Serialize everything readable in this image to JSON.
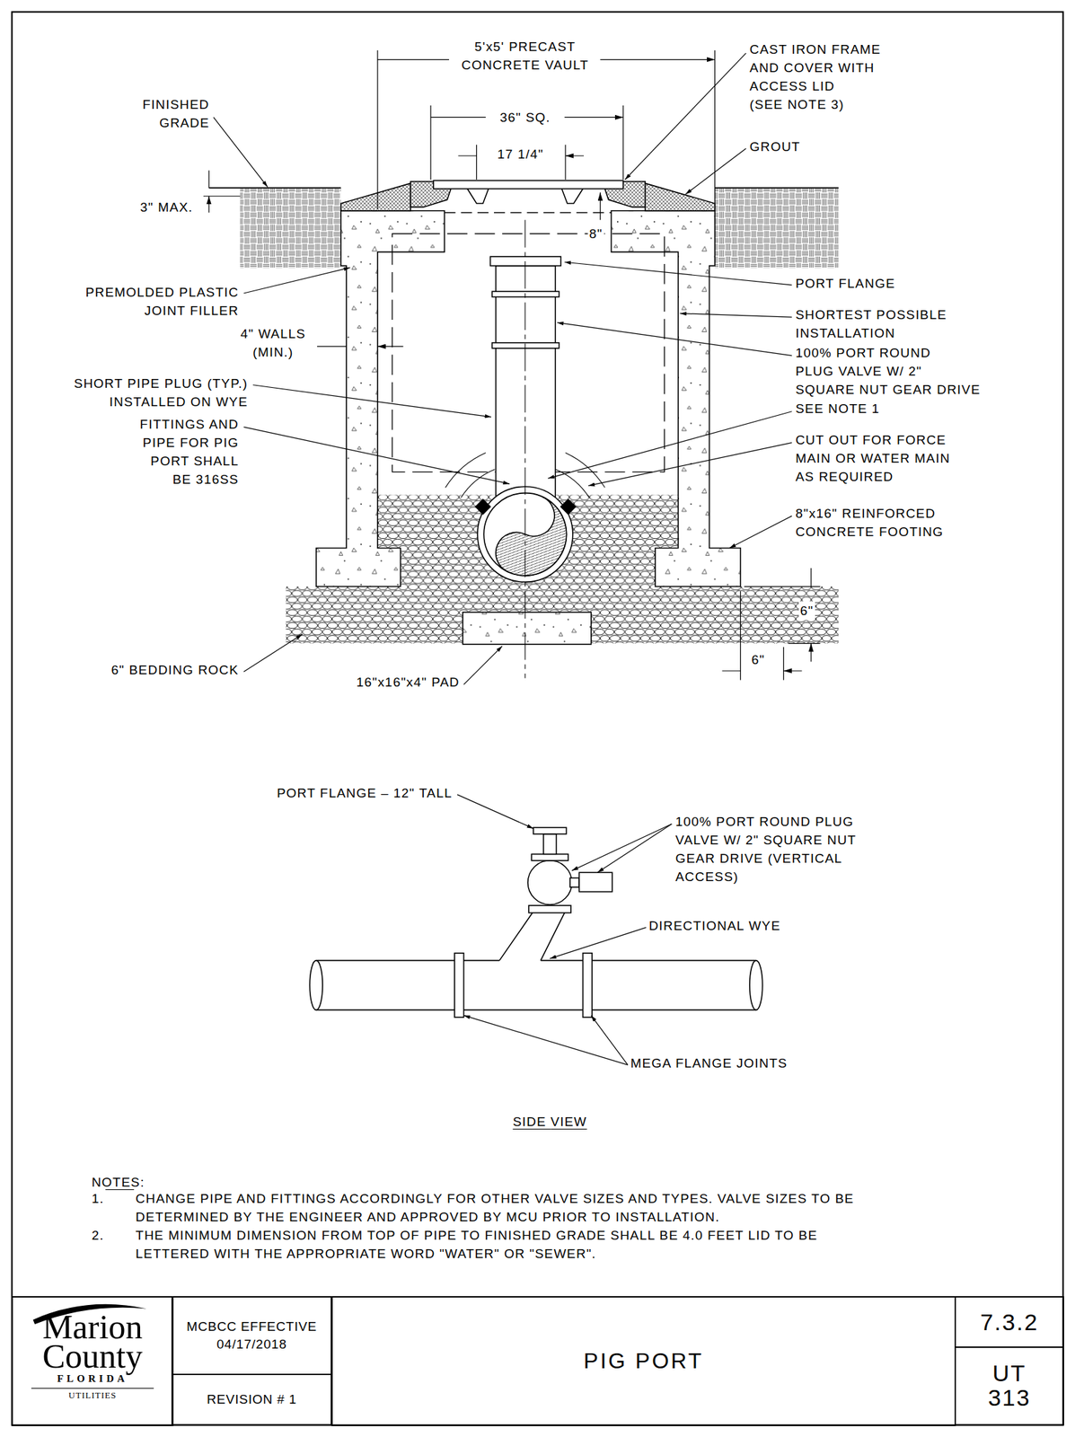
{
  "diagram": {
    "nodes": [
      {
        "text": [
          "Marion County",
          "FLORIDA",
          "UTILITIES"
        ]
      },
      {
        "text": [
          "MCBCC EFFECTIVE 04/17/2018"
        ]
      },
      {
        "text": [
          "REVISION # 1"
        ]
      },
      {
        "text": [
          "PIG PORT"
        ]
      },
      {
        "text": [
          "7.3.2"
        ]
      },
      {
        "text": [
          "UT 313"
        ]
      }
    ],
    "labels": [
      "5'x5' PRECAST CONCRETE VAULT",
      "CAST IRON FRAME AND COVER WITH ACCESS LID (SEE NOTE 3)",
      "FINISHED GRADE",
      "36\" SQ.",
      "17 1/4\"",
      "GROUT",
      "3\" MAX.",
      "8\"",
      "PREMOLDED PLASTIC JOINT FILLER",
      "PORT FLANGE",
      "SHORTEST POSSIBLE INSTALLATION",
      "100% PORT ROUND PLUG VALVE W/ 2\" SQUARE NUT GEAR DRIVE",
      "SEE NOTE 1",
      "4\" WALLS (MIN.)",
      "SHORT PIPE PLUG (TYP.) INSTALLED ON WYE",
      "FITTINGS AND PIPE FOR PIG PORT SHALL BE 316SS",
      "CUT OUT FOR FORCE MAIN OR WATER MAIN AS REQUIRED",
      "8\"x16\" REINFORCED CONCRETE FOOTING",
      "6\"",
      "6\"",
      "6\" BEDDING ROCK",
      "16\"x16\"x4\" PAD",
      "PORT FLANGE – 12\" TALL",
      "100% PORT ROUND PLUG VALVE W/ 2\" SQUARE NUT GEAR DRIVE (VERTICAL ACCESS)",
      "DIRECTIONAL WYE",
      "MEGA FLANGE JOINTS",
      "SIDE VIEW",
      "NOTES:",
      "1.",
      "CHANGE PIPE AND FITTINGS ACCORDINGLY FOR OTHER VALVE SIZES AND TYPES. VALVE SIZES TO BE DETERMINED BY THE ENGINEER AND APPROVED BY MCU PRIOR TO INSTALLATION.",
      "2.",
      "THE MINIMUM DIMENSION FROM TOP OF PIPE TO FINISHED GRADE SHALL BE 4.0 FEET LID TO BE LETTERED WITH THE APPROPRIATE WORD \"WATER\" OR \"SEWER\"."
    ]
  }
}
